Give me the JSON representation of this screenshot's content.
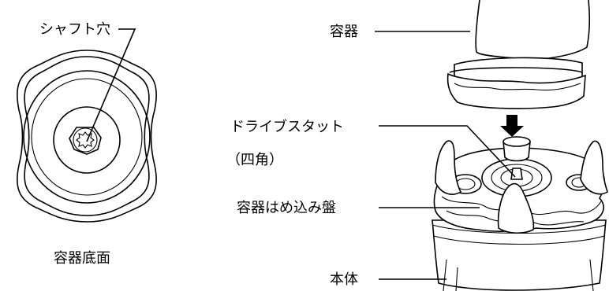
{
  "labels": {
    "shaft_hole": "シャフト穴",
    "container_bottom": "容器底面",
    "container": "容器",
    "drive_stud": "ドライブスタット",
    "drive_stud_note": "（四角）",
    "container_socket": "容器はめ込み盤",
    "body": "本体"
  }
}
